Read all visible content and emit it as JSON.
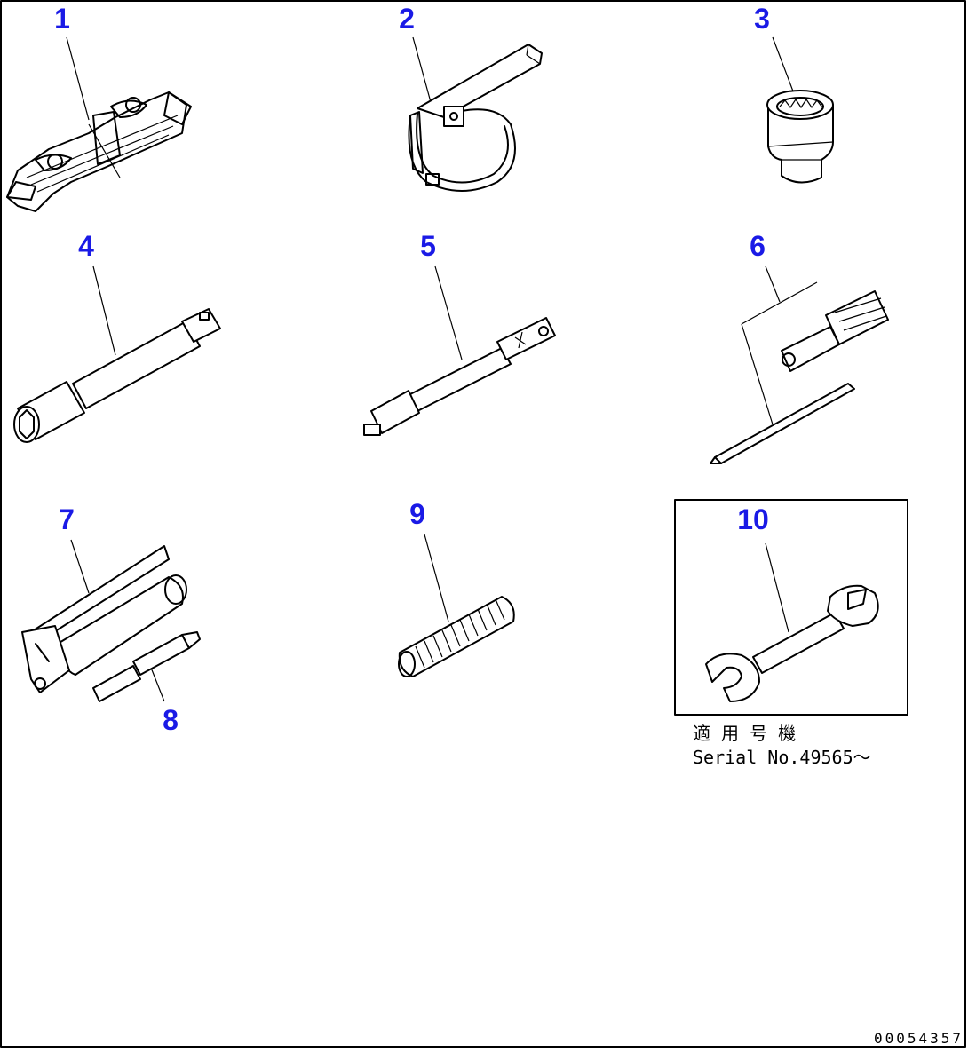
{
  "callouts": {
    "c1": "1",
    "c2": "2",
    "c3": "3",
    "c4": "4",
    "c5": "5",
    "c6": "6",
    "c7": "7",
    "c8": "8",
    "c9": "9",
    "c10": "10"
  },
  "serial_note": {
    "line1": "適 用 号 機",
    "line2": "Serial No.49565〜"
  },
  "drawing_number": "00054357",
  "colors": {
    "callout": "#1a1ae6",
    "line": "#000000",
    "background": "#ffffff"
  }
}
